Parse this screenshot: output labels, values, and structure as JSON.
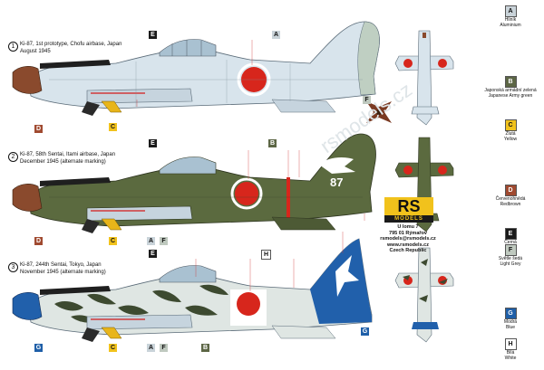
{
  "captions": [
    {
      "num": "1",
      "line1": "Ki-87, 1st prototype, Chofu airbase, Japan",
      "line2": "August 1945"
    },
    {
      "num": "2",
      "line1": "Ki-87, 58th Sentai, Itami airbase, Japan",
      "line2": "December 1945 (alternate marking)"
    },
    {
      "num": "3",
      "line1": "Ki-87, 244th Sentai, Tokyo, Japan",
      "line2": "November 1945 (alternate marking)"
    }
  ],
  "tail_code": "87",
  "legend": [
    {
      "code": "A",
      "name": "Hliník",
      "en": "Aluminium",
      "color": "#c9d3d9",
      "text_color": "#111"
    },
    {
      "code": "B",
      "name": "Japonská armádní zelená",
      "en": "Japanese Army green",
      "color": "#5c6645",
      "text_color": "#fff"
    },
    {
      "code": "C",
      "name": "Žlutá",
      "en": "Yellow",
      "color": "#f1c21c",
      "text_color": "#111"
    },
    {
      "code": "D",
      "name": "Červenohnědá",
      "en": "Redbrown",
      "color": "#a04a30",
      "text_color": "#fff"
    },
    {
      "code": "E",
      "name": "Černá",
      "en": "Black",
      "color": "#1a1a1a",
      "text_color": "#fff"
    },
    {
      "code": "F",
      "name": "Světle šedá",
      "en": "Light Grey",
      "color": "#bfc9bf",
      "text_color": "#111"
    },
    {
      "code": "G",
      "name": "Modrá",
      "en": "Blue",
      "color": "#1f5fa8",
      "text_color": "#fff"
    },
    {
      "code": "H",
      "name": "Bílá",
      "en": "White",
      "color": "#ffffff",
      "text_color": "#111"
    }
  ],
  "brand": {
    "logo": "RS",
    "sub": "MODELS"
  },
  "address": [
    "U lomu 7",
    "795 01 Rýmařov",
    "rsmodels@rsmodels.cz",
    "www.rsmodels.cz",
    "Czech Republic"
  ],
  "watermark": "rsmodels.cz"
}
